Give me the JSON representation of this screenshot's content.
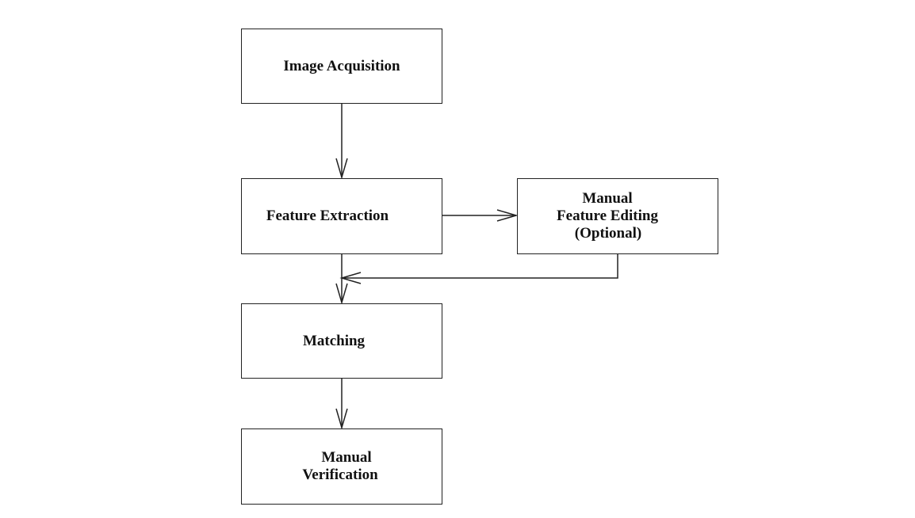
{
  "nodes": {
    "image_acquisition": {
      "lines": [
        "Image Acquisition"
      ]
    },
    "feature_extraction": {
      "lines": [
        "Feature Extraction"
      ]
    },
    "manual_feature_editing": {
      "lines": [
        "Manual",
        "Feature Editing",
        "(Optional)"
      ]
    },
    "matching": {
      "lines": [
        "Matching"
      ]
    },
    "manual_verification": {
      "lines": [
        "Manual",
        "Verification"
      ]
    }
  },
  "edges": [
    {
      "from": "image_acquisition",
      "to": "feature_extraction"
    },
    {
      "from": "feature_extraction",
      "to": "manual_feature_editing"
    },
    {
      "from": "manual_feature_editing",
      "to": "matching"
    },
    {
      "from": "feature_extraction",
      "to": "matching"
    },
    {
      "from": "matching",
      "to": "manual_verification"
    }
  ],
  "colors": {
    "stroke": "#222222",
    "text": "#111111",
    "background": "#ffffff"
  }
}
